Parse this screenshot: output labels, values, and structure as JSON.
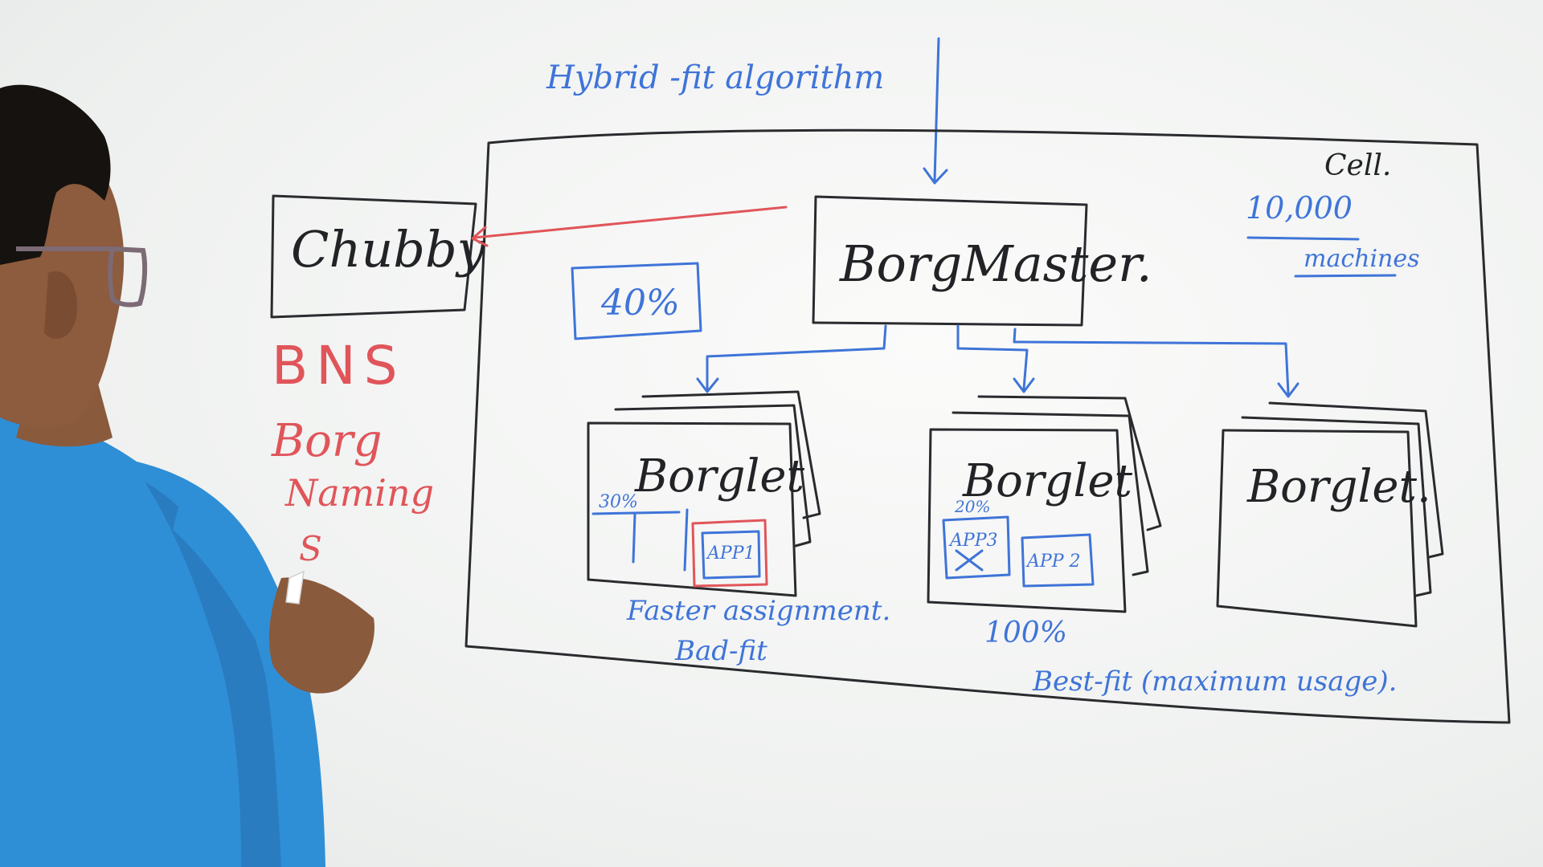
{
  "algorithm_title": "Hybrid -fit algorithm",
  "cell": {
    "label": "Cell.",
    "machine_count": "10,000",
    "machine_unit": "machines"
  },
  "chubby": {
    "label": "Chubby"
  },
  "borgmaster": {
    "label": "BorgMaster."
  },
  "threshold": {
    "value": "40%"
  },
  "notes": {
    "bns": "BNS",
    "borg": "Borg",
    "naming": "Naming",
    "s": "S"
  },
  "borglets": [
    {
      "label": "Borglet",
      "usage": "30%",
      "apps": [
        "APP1"
      ],
      "caption_line1": "Faster assignment.",
      "caption_line2": "Bad-fit"
    },
    {
      "label": "Borglet",
      "usage": "20%",
      "apps": [
        "APP3",
        "APP 2"
      ],
      "caption_line1": "100%"
    },
    {
      "label": "Borglet."
    }
  ],
  "best_fit_caption": "Best-fit (maximum usage).",
  "colors": {
    "black_marker": "#2a2b2e",
    "blue_marker": "#3f74d8",
    "red_marker": "#e0555a",
    "shirt": "#2f8fd6"
  }
}
